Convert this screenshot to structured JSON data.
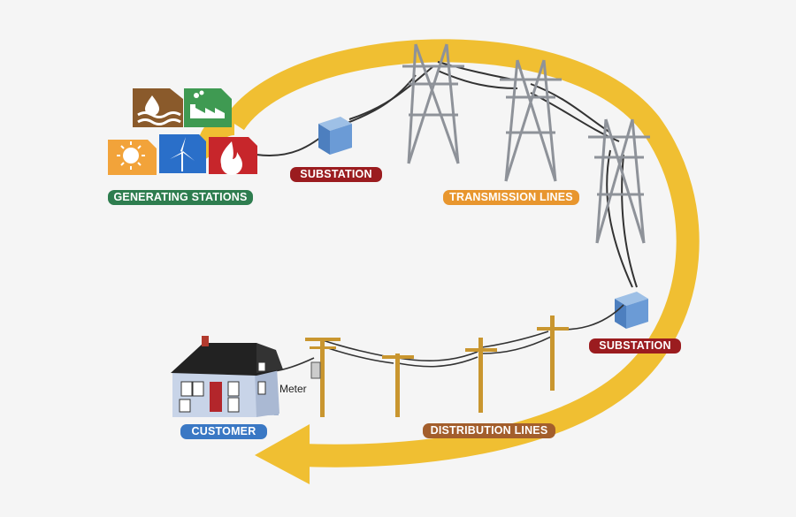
{
  "labels": {
    "generating_stations": "GENERATING STATIONS",
    "substation_1": "SUBSTATION",
    "transmission_lines": "TRANSMISSION LINES",
    "substation_2": "SUBSTATION",
    "distribution_lines": "DISTRIBUTION LINES",
    "customer": "CUSTOMER",
    "meter": "Meter"
  },
  "colors": {
    "arrow": "#f0bf32",
    "generating": "#2e7d4f",
    "substation": "#9b1c1f",
    "transmission": "#e8962e",
    "distribution": "#a35e2c",
    "customer": "#3a78c4",
    "hydro": "#8a5a2b",
    "industry": "#3f9a52",
    "solar": "#f2a33a",
    "wind": "#2a6fc9",
    "fire": "#c7262b"
  },
  "icons": [
    "hydro-icon",
    "factory-icon",
    "sun-icon",
    "wind-turbine-icon",
    "flame-icon"
  ]
}
